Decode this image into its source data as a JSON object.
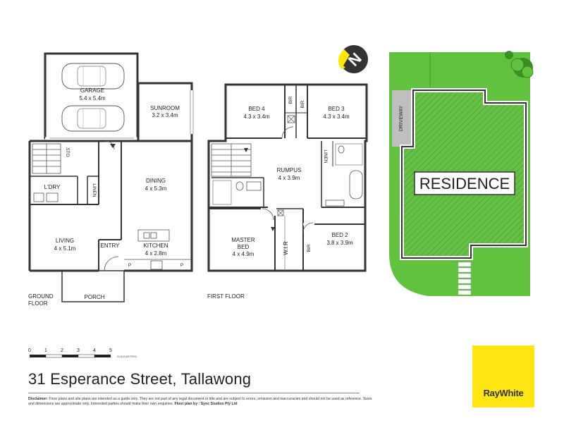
{
  "ground_floor": {
    "label_line1": "GROUND",
    "label_line2": "FLOOR",
    "rooms": {
      "garage": {
        "name": "GARAGE",
        "size": "5.4 x 5.4m"
      },
      "sunroom": {
        "name": "SUNROOM",
        "size": "3.2 x 3.4m"
      },
      "dining": {
        "name": "DINING",
        "size": "4 x 5.3m"
      },
      "laundry": {
        "name": "L'DRY"
      },
      "living": {
        "name": "LIVING",
        "size": "4 x 5.1m"
      },
      "kitchen": {
        "name": "KITCHEN",
        "size": "4 x 2.8m"
      },
      "entry": {
        "name": "ENTRY"
      },
      "porch": {
        "name": "PORCH"
      }
    },
    "small_labels": {
      "sto": "STO",
      "linen": "LINEN",
      "pantry_left": "P",
      "pantry_right": "P"
    }
  },
  "first_floor": {
    "label": "FIRST FLOOR",
    "rooms": {
      "bed4": {
        "name": "BED 4",
        "size": "4.3 x 3.4m"
      },
      "bed3": {
        "name": "BED 3",
        "size": "4.3 x 3.4m"
      },
      "rumpus": {
        "name": "RUMPUS",
        "size": "4 x 3.9m"
      },
      "master": {
        "name": "MASTER",
        "name2": "BED",
        "size": "4 x 4.9m"
      },
      "bed2": {
        "name": "BED 2",
        "size": "3.8 x 3.9m"
      },
      "wir": {
        "name": "W.I.R"
      }
    },
    "small_labels": {
      "bir_left": "BIR",
      "bir_right": "BIR",
      "linen": "LINEN",
      "bir_bed2": "BIR"
    }
  },
  "site_plan": {
    "residence_label": "RESIDENCE",
    "driveway_label": "DRIVEWAY"
  },
  "compass": {
    "icon": "north-arrow-icon",
    "letter": "N"
  },
  "scale_bar": {
    "ticks": [
      "0",
      "1",
      "2",
      "3",
      "4",
      "5"
    ],
    "unit": "SCALE(METRES)"
  },
  "address": "31 Esperance Street, Tallawong",
  "disclaimer": {
    "lead": "Disclaimer:",
    "text": " Floor plans and site plans are intended as a guide only. They are not part of any legal document or title and are subject to errors, omission and inaccuracies and should not be used as reference. Sizes and dimensions are approximate only. Interested parties should make their own enquiries. ",
    "credit_lead": "Floor plan by",
    "credit": " : Sync Studios Pty Ltd"
  },
  "logo": {
    "text": "RayWhite",
    "color": "#ffe512"
  },
  "colors": {
    "lawn": "#61c23f",
    "hatch": "#666666",
    "driveway": "#bfbfbf",
    "wall": "#333333"
  }
}
